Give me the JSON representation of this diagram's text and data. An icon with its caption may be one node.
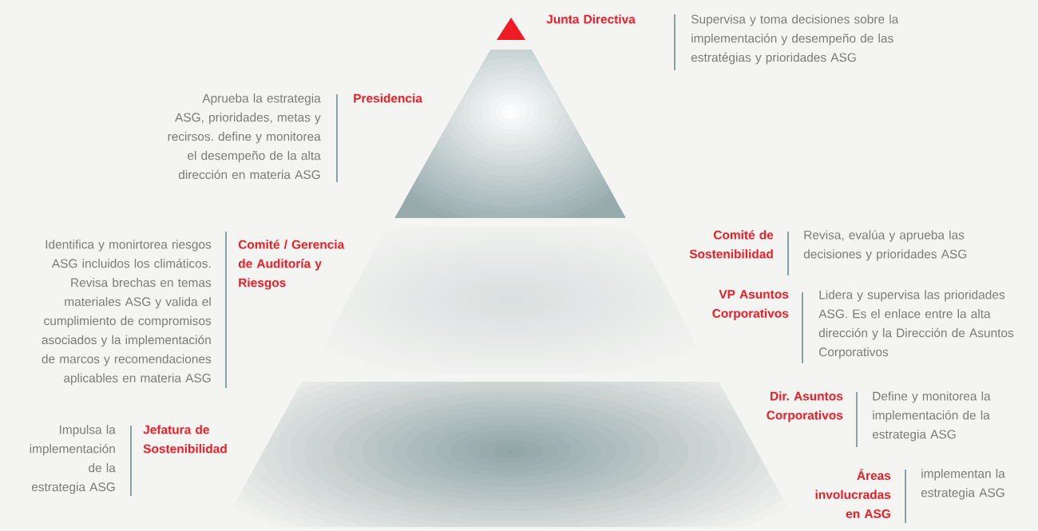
{
  "diagram": {
    "labels": [
      "Junta Directiva",
      "Supervisa y toma decisiones sobre la implementación y desempeño de las estratégias y prioridades ASG",
      "Aprueba la estrategia ASG, prioridades, metas y recirsos. define y monitorea el desempeño de la alta dirección en materia ASG",
      "Presidencia",
      "Identifica y monirtorea riesgos ASG incluidos los climáticos. Revisa brechas en temas materiales ASG y valida el cumplimiento de compromisos asociados y la implementación de marcos y recomendaciones aplicables en materia ASG",
      "Comité / Gerencia de Auditoría y Riesgos",
      "Comité de Sostenibilidad",
      "Revisa, evalúa y aprueba las decisiones y prioridades ASG",
      "VP Asuntos Corporativos",
      "Lidera y supervisa las prioridades ASG. Es el enlace entre la alta dirección y la Dirección de Asuntos Corporativos",
      "Impulsa la implementación de la estrategia ASG",
      "Jefatura de Sostenibilidad",
      "Dir. Asuntos Corporativos",
      "Define y monitorea la implementación de la estrategia ASG",
      "Áreas involucradas en ASG",
      "implementan la estrategia ASG"
    ]
  }
}
